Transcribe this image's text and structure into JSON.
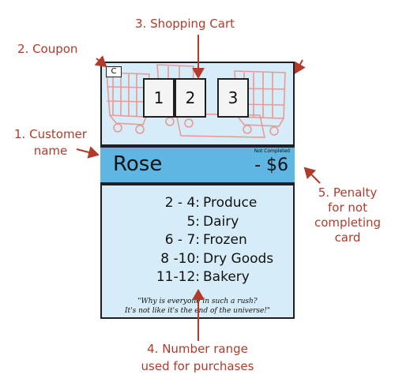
{
  "annotations": {
    "coupon": "2. Coupon",
    "cart": "3. Shopping Cart",
    "customer_line1": "1. Customer",
    "customer_line2": "name",
    "penalty_line1": "5. Penalty",
    "penalty_line2": "for not",
    "penalty_line3": "completing",
    "penalty_line4": "card",
    "range_line1": "4. Number range",
    "range_line2": "used for purchases"
  },
  "card": {
    "coupon_label": "C",
    "cart_slots": [
      "1",
      "2",
      "3"
    ],
    "customer_name": "Rose",
    "status": "Not Completed",
    "penalty": "- $6",
    "ranges": [
      {
        "range": "2 - 4:",
        "category": "Produce"
      },
      {
        "range": "5:",
        "category": "Dairy"
      },
      {
        "range": "6 - 7:",
        "category": "Frozen"
      },
      {
        "range": "8 -10:",
        "category": "Dry Goods"
      },
      {
        "range": "11-12:",
        "category": "Bakery"
      }
    ],
    "quote_line1": "\"Why is everyone in such a rush?",
    "quote_line2": "It's not like it's the end of the universe!\""
  },
  "colors": {
    "annotation": "#b33a2a",
    "card_background": "#d6ecf8",
    "name_bar": "#5fb6e3",
    "cart_art": "#e89a93"
  }
}
